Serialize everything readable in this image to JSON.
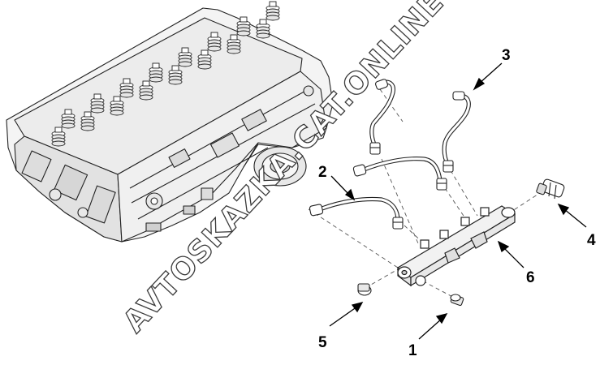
{
  "diagram": {
    "callouts": [
      {
        "id": "1",
        "text": "1",
        "part": "bolt"
      },
      {
        "id": "2",
        "text": "2",
        "part": "fuel-line"
      },
      {
        "id": "3",
        "text": "3",
        "part": "fuel-line"
      },
      {
        "id": "4",
        "text": "4",
        "part": "pressure-sensor"
      },
      {
        "id": "5",
        "text": "5",
        "part": "plug"
      },
      {
        "id": "6",
        "text": "6",
        "part": "fuel-rail"
      }
    ],
    "watermark": "AVTOSKAZKA.CAT.ONLINE"
  }
}
